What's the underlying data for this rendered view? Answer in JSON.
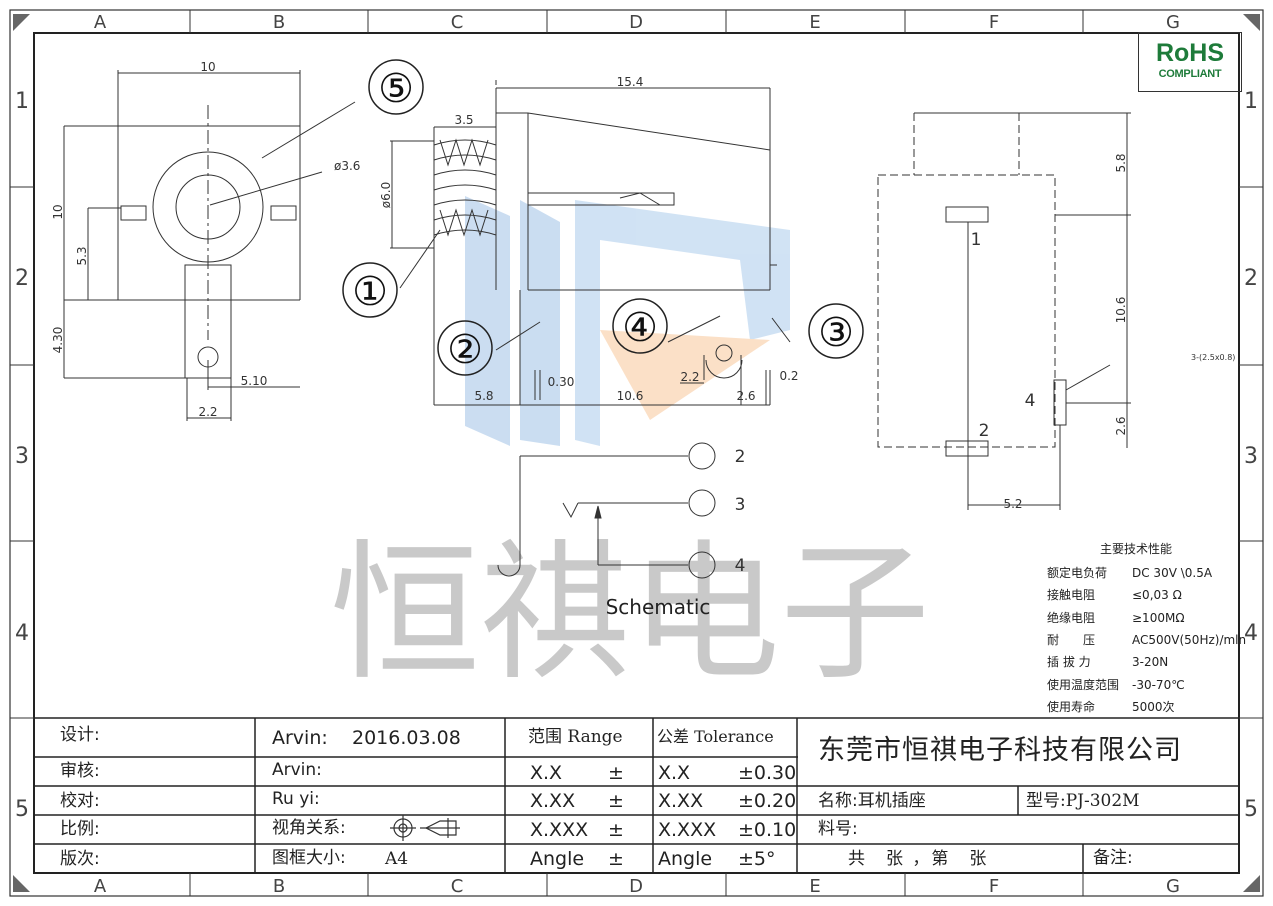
{
  "frame": {
    "columns": [
      "A",
      "B",
      "C",
      "D",
      "E",
      "F",
      "G"
    ],
    "rows": [
      "1",
      "2",
      "3",
      "4",
      "5"
    ]
  },
  "rohs": {
    "line1": "RoHS",
    "line2": "COMPLIANT"
  },
  "watermark": {
    "text": "恒祺电子"
  },
  "front_view": {
    "dims": {
      "top_width": "10",
      "height": "10",
      "center_height": "5.3",
      "bottom_offset": "4.30",
      "pin_offset": "5.10",
      "pin_width": "2.2",
      "hole": "ø3.6"
    },
    "callout": "⑤"
  },
  "side_view": {
    "dims": {
      "length": "15.4",
      "thread_len": "3.5",
      "thread_dia": "ø6.0",
      "seg1": "5.8",
      "seg2": "10.6",
      "seg3": "2.6",
      "gap": "0.30",
      "pin_w": "2.2",
      "tip": "0.2"
    },
    "callouts": [
      "①",
      "②",
      "③",
      "④"
    ]
  },
  "bottom_view": {
    "dims": {
      "top": "5.8",
      "middle": "10.6",
      "bottom": "2.6",
      "width": "5.2",
      "slot": "3-(2.5x0.8)"
    },
    "pins": [
      "1",
      "2",
      "4"
    ]
  },
  "schematic": {
    "title": "Schematic",
    "pins": [
      "2",
      "3",
      "4"
    ]
  },
  "specs": {
    "heading": "主要技术性能",
    "rows": [
      {
        "label": "额定电负荷",
        "value": "DC 30V \\0.5A"
      },
      {
        "label": "接触电阻",
        "value": "≤0,03 Ω"
      },
      {
        "label": "绝缘电阻",
        "value": "≥100MΩ"
      },
      {
        "label": "耐　　压",
        "value": "AC500V(50Hz)/mln"
      },
      {
        "label": "插 拔 力",
        "value": "3-20N"
      },
      {
        "label": "使用温度范围",
        "value": "-30-70℃"
      },
      {
        "label": "使用寿命",
        "value": "5000次"
      }
    ]
  },
  "title_block": {
    "design_label": "设计:",
    "review_label": "审核:",
    "check_label": "校对:",
    "scale_label": "比例:",
    "version_label": "版次:",
    "designer": "Arvin:",
    "date": "2016.03.08",
    "reviewer": "Arvin:",
    "checker": "Ru yi:",
    "view_label": "视角关系:",
    "frame_label": "图框大小:",
    "frame_size": "A4",
    "range_header": "范围 Range",
    "tol_header": "公差 Tolerance",
    "range_rows": [
      {
        "fmt": "X.X",
        "sym": "±"
      },
      {
        "fmt": "X.XX",
        "sym": "±"
      },
      {
        "fmt": "X.XXX",
        "sym": "±"
      },
      {
        "fmt": "Angle",
        "sym": "±"
      }
    ],
    "tol_rows": [
      {
        "fmt": "X.X",
        "val": "±0.30"
      },
      {
        "fmt": "X.XX",
        "val": "±0.20"
      },
      {
        "fmt": "X.XXX",
        "val": "±0.10"
      },
      {
        "fmt": "Angle",
        "val": "±5°"
      }
    ],
    "company": "东莞市恒祺电子科技有限公司",
    "name_label": "名称:耳机插座",
    "model_label": "型号:PJ-302M",
    "part_label": "料号:",
    "sheets_label": "共　张 ，第　张",
    "remarks_label": "备注:"
  }
}
